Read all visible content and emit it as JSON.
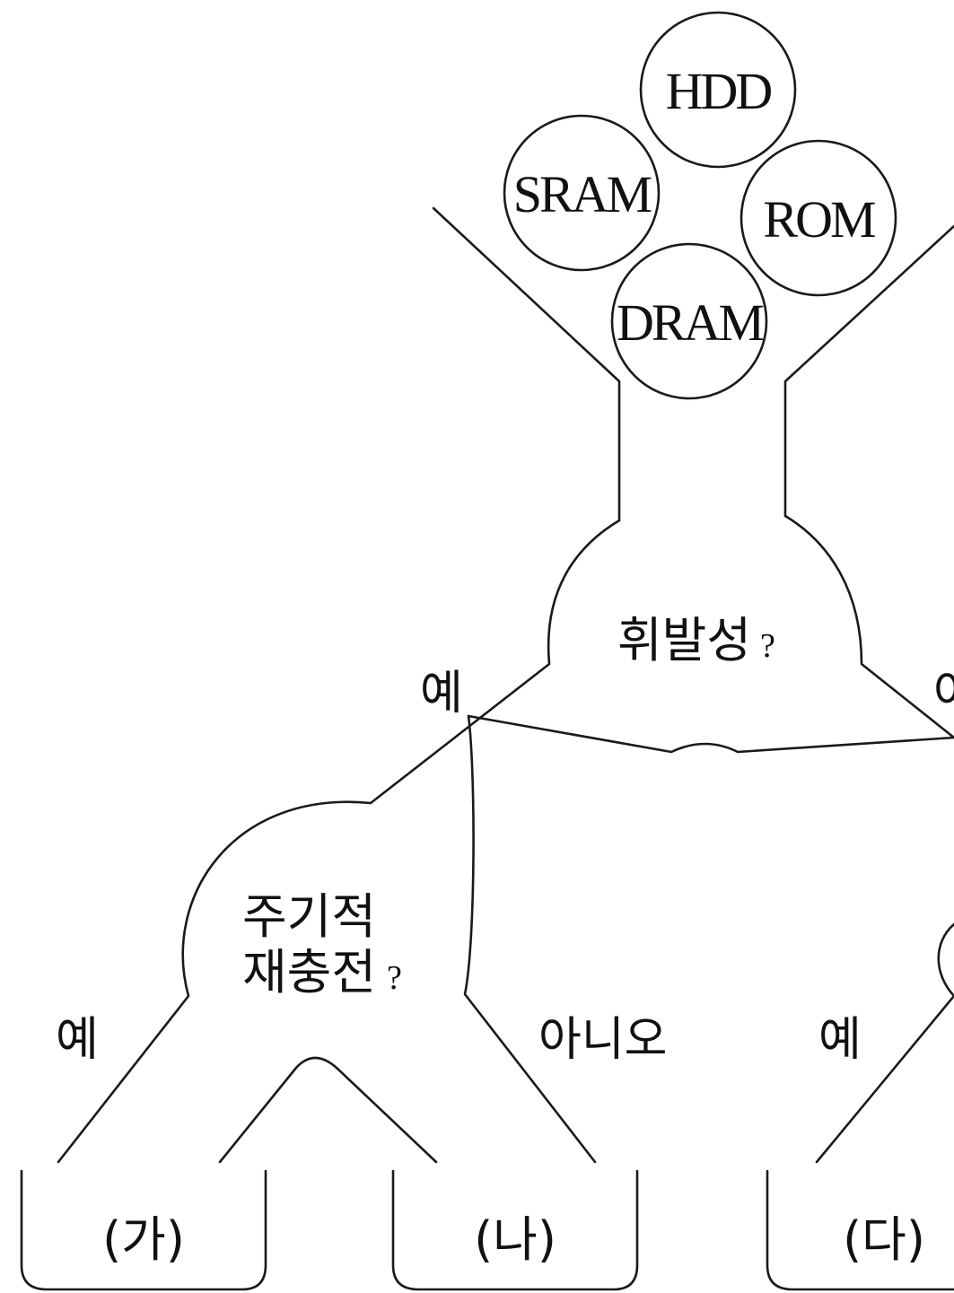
{
  "memories": [
    "HDD",
    "SRAM",
    "ROM",
    "DRAM"
  ],
  "question1": {
    "text": "휘발성",
    "mark": "?"
  },
  "question2": {
    "line1": "주기적",
    "line2": "재충전",
    "mark": "?"
  },
  "branches": {
    "q1_yes": "예",
    "q1_no_partial": "아",
    "q2_yes": "예",
    "q2_no": "아니오",
    "q3_yes": "예"
  },
  "bins": [
    "(가)",
    "(나)",
    "(다)"
  ]
}
